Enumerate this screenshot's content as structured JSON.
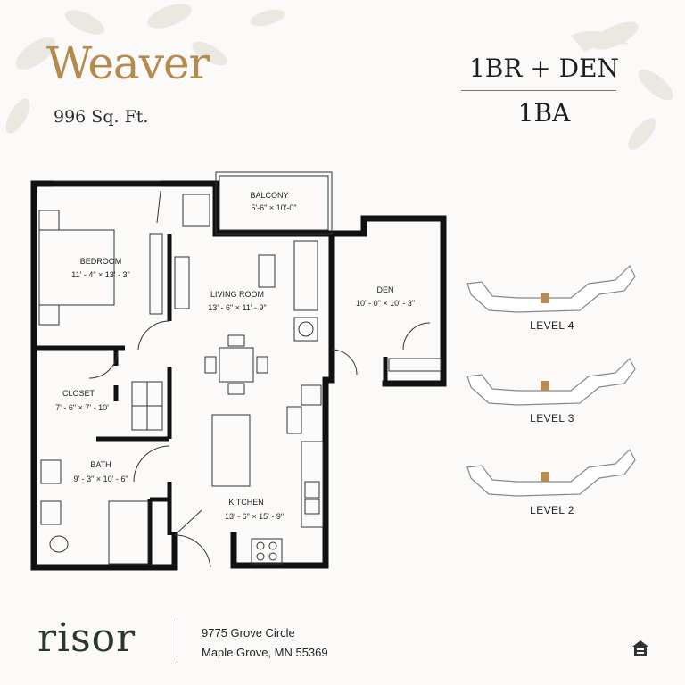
{
  "plan": {
    "name": "Weaver",
    "sqft": "996 Sq. Ft.",
    "unit_type": "1BR + DEN",
    "baths": "1BA"
  },
  "rooms": {
    "balcony": {
      "name": "BALCONY",
      "dims": "5'-6\" × 10'-0\""
    },
    "bedroom": {
      "name": "BEDROOM",
      "dims": "11' - 4\" × 13' - 3\""
    },
    "living": {
      "name": "LIVING ROOM",
      "dims": "13' - 6\" × 11' - 9\""
    },
    "den": {
      "name": "DEN",
      "dims": "10' - 0\" × 10' - 3\""
    },
    "closet": {
      "name": "CLOSET",
      "dims": "7' - 6\" × 7' - 10'"
    },
    "bath": {
      "name": "BATH",
      "dims": "9' - 3\" × 10' - 6\""
    },
    "kitchen": {
      "name": "KITCHEN",
      "dims": "13' - 6\" × 15' - 9\""
    }
  },
  "levels": [
    {
      "label": "LEVEL 4"
    },
    {
      "label": "LEVEL 3"
    },
    {
      "label": "LEVEL 2"
    }
  ],
  "footer": {
    "brand": "risor",
    "address_line1": "9775 Grove Circle",
    "address_line2": "Maple Grove, MN 55369"
  },
  "colors": {
    "accent_gold": "#b48a4e",
    "wall": "#111111",
    "brand": "#28382c",
    "unit_highlight": "#b58d55"
  },
  "icons": {
    "equal_housing": "equal-housing-icon"
  }
}
